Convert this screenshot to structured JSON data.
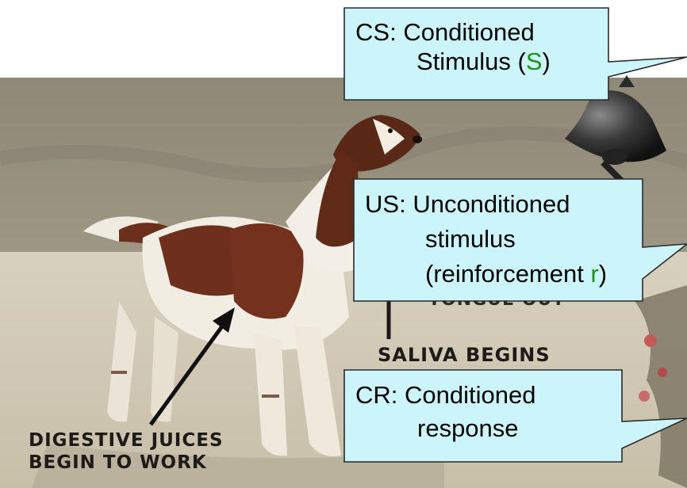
{
  "callouts": {
    "cs": {
      "prefix": "CS:",
      "line1": "Conditioned",
      "line2_text": "Stimulus (",
      "line2_symbol": "S",
      "line2_end": ")"
    },
    "us": {
      "prefix": "US:",
      "line1": "Unconditioned",
      "line2": "stimulus",
      "line3_text": "(reinforcement ",
      "line3_symbol": "r",
      "line3_end": ")"
    },
    "cr": {
      "prefix": "CR:",
      "line1": "Conditioned",
      "line2": "response"
    }
  },
  "photo_labels": {
    "saliva": "SALIVA BEGINS",
    "tongue_partial": "TONGUE OUT",
    "digestive_line1": "DIGESTIVE JUICES",
    "digestive_line2": "BEGIN TO WORK"
  },
  "colors": {
    "callout_fill": "#ccf5fb",
    "callout_border": "#2a2a2a",
    "symbol_green": "#1f8f1f",
    "label_text": "#1d1a17"
  }
}
